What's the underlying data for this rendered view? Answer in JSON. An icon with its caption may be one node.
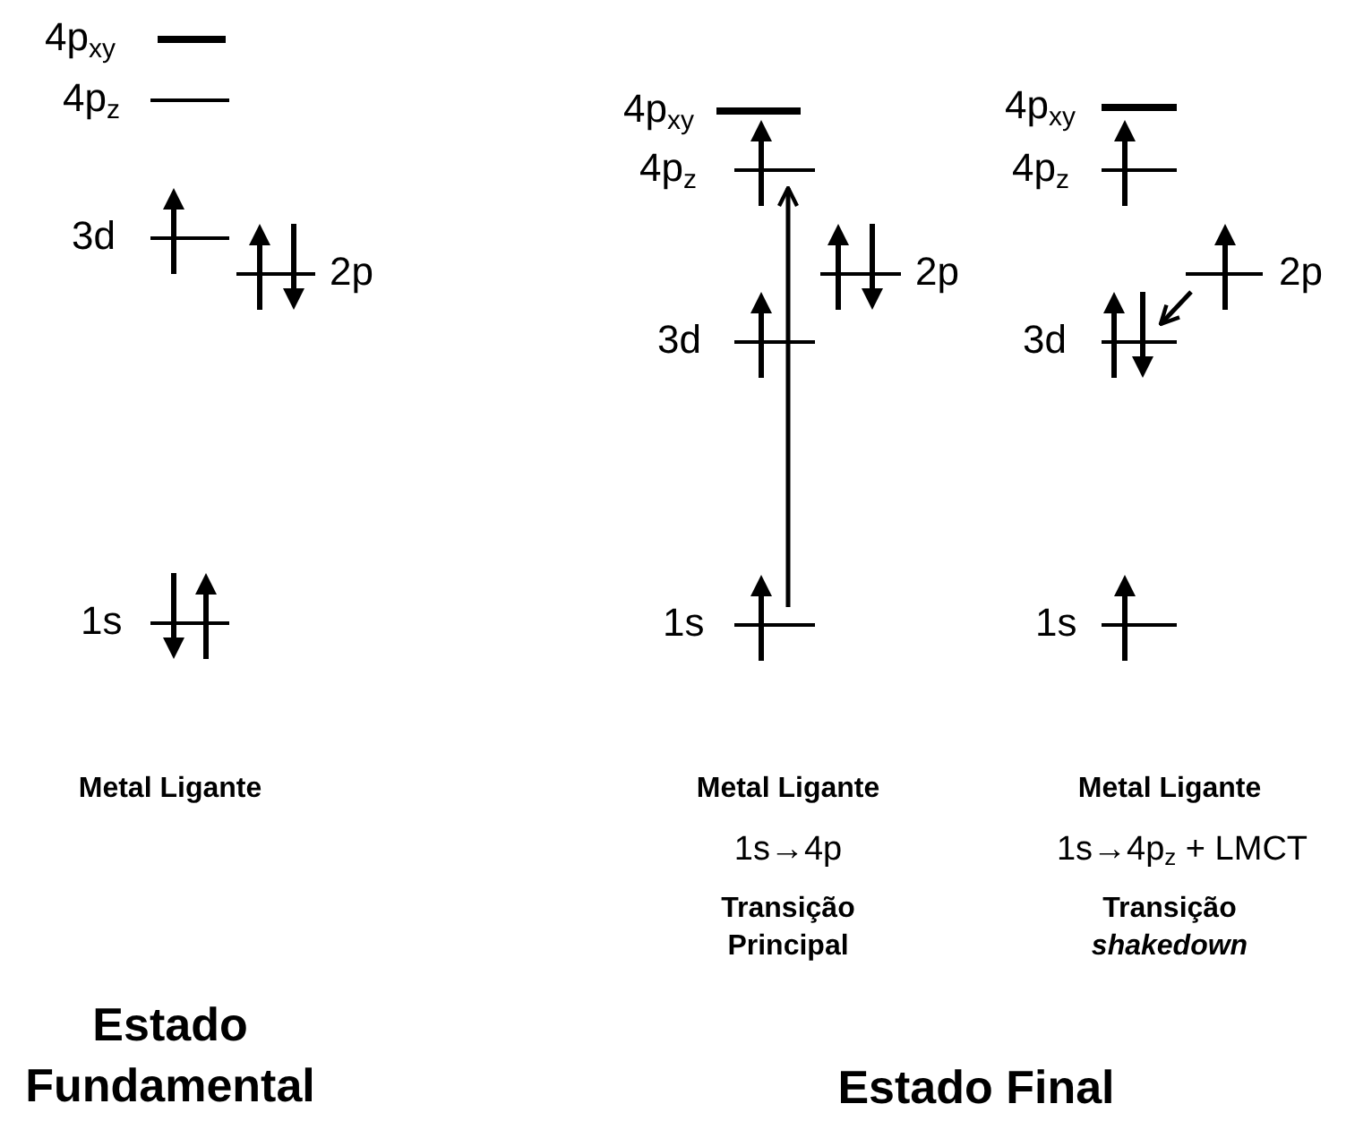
{
  "diagram": {
    "nodes": [
      {
        "text": [
          "4p$_{xy}$"
        ]
      },
      {
        "text": [
          "4p$_{z}$"
        ]
      },
      {
        "text": [
          "3d"
        ]
      },
      {
        "text": [
          "2p"
        ]
      },
      {
        "text": [
          "1s"
        ]
      },
      {
        "text": [
          "4p$_{xy}$"
        ]
      },
      {
        "text": [
          "4p$_{z}$"
        ]
      },
      {
        "text": [
          "3d"
        ]
      },
      {
        "text": [
          "2p"
        ]
      },
      {
        "text": [
          "1s"
        ]
      },
      {
        "text": [
          "4p$_{xy}$"
        ]
      },
      {
        "text": [
          "4p$_{z}$"
        ]
      },
      {
        "text": [
          "3d"
        ]
      },
      {
        "text": [
          "2p"
        ]
      },
      {
        "text": [
          "1s"
        ]
      }
    ],
    "edges": [
      {
        "from": 9,
        "to": 6,
        "arrow": "to"
      },
      {
        "from": 13,
        "to": 12,
        "arrow": "to"
      }
    ],
    "labels": [
      "Metal Ligante",
      "Metal Ligante",
      "Metal Ligante",
      "1s→4p",
      "1s→4p$_{z}$ + LMCT",
      "Transição Principal",
      "Transição *shakedown*",
      "Estado Fundamental",
      "Estado Final"
    ]
  }
}
